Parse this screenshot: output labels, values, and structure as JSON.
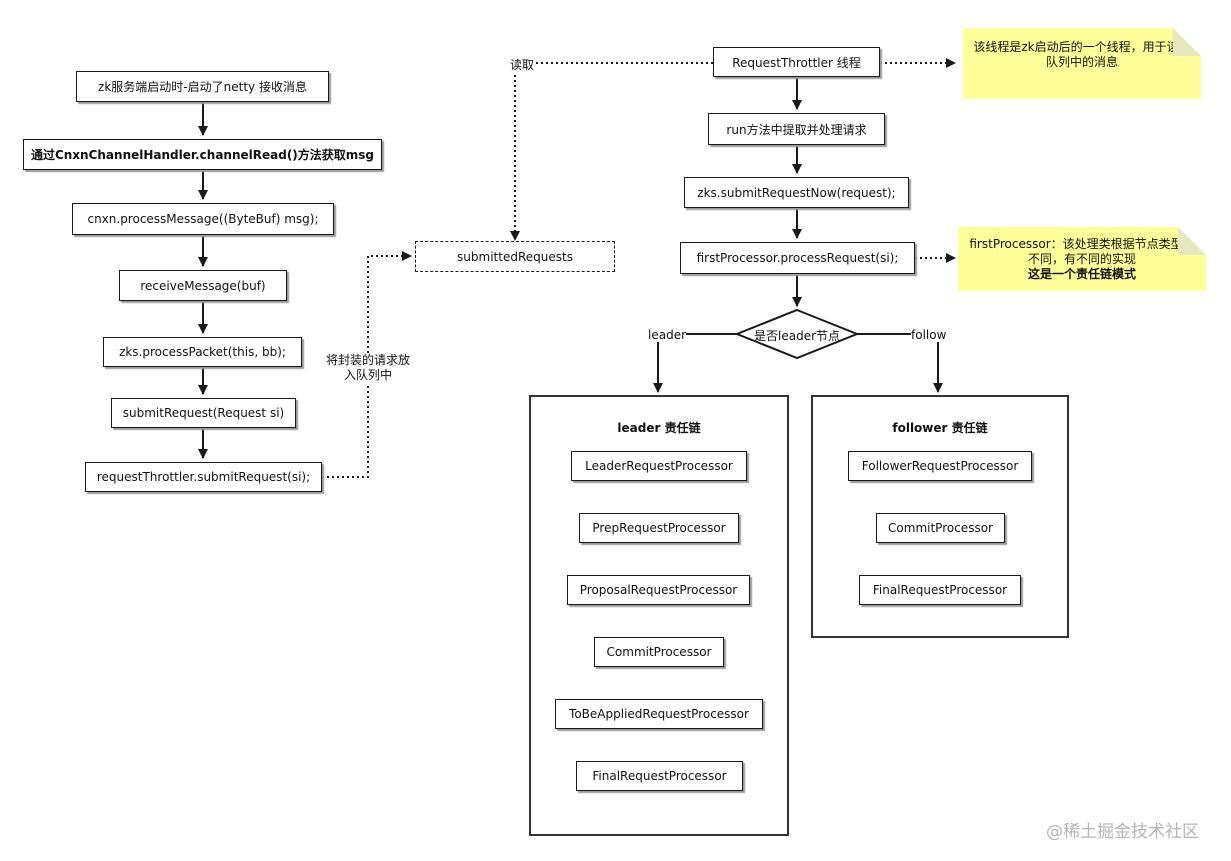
{
  "left_flow": [
    {
      "id": "netty",
      "text": "zk服务端启动时-启动了netty 接收消息"
    },
    {
      "id": "channel",
      "text": "通过CnxnChannelHandler.channelRead()方法获取msg"
    },
    {
      "id": "process-message",
      "text": "cnxn.processMessage((ByteBuf) msg);"
    },
    {
      "id": "receive-message",
      "text": "receiveMessage(buf)"
    },
    {
      "id": "process-packet",
      "text": "zks.processPacket(this, bb);"
    },
    {
      "id": "submit-request",
      "text": "submitRequest(Request si)"
    },
    {
      "id": "throttler-submit",
      "text": "requestThrottler.submitRequest(si);"
    }
  ],
  "queue": {
    "text": "submittedRequests"
  },
  "edge_labels": {
    "enqueue": "将封装的请求放入队列中",
    "read": "读取",
    "leader": "leader",
    "follow": "follow"
  },
  "right_flow": [
    {
      "id": "throttler-thread",
      "text": "RequestThrottler 线程"
    },
    {
      "id": "run-method",
      "text": "run方法中提取并处理请求"
    },
    {
      "id": "submit-now",
      "text": "zks.submitRequestNow(request);"
    },
    {
      "id": "first-processor",
      "text": "firstProcessor.processRequest(si);"
    }
  ],
  "decision": {
    "text": "是否leader节点"
  },
  "notes": {
    "thread": "该线程是zk启动后的一个线程，用于读取队列中的消息",
    "first_line": "firstProcessor：该处理类根据节点类型的不同，有不同的实现",
    "first_bold": "这是一个责任链模式"
  },
  "leader_chain": {
    "title": "leader 责任链",
    "items": [
      "LeaderRequestProcessor",
      "PrepRequestProcessor",
      "ProposalRequestProcessor",
      "CommitProcessor",
      "ToBeAppliedRequestProcessor",
      "FinalRequestProcessor"
    ]
  },
  "follower_chain": {
    "title": "follower 责任链",
    "items": [
      "FollowerRequestProcessor",
      "CommitProcessor",
      "FinalRequestProcessor"
    ]
  },
  "watermark": "@稀土掘金技术社区",
  "colors": {
    "line": "#1a1a1a",
    "note": "#ffff99",
    "watermark": "#b5b5b5"
  }
}
